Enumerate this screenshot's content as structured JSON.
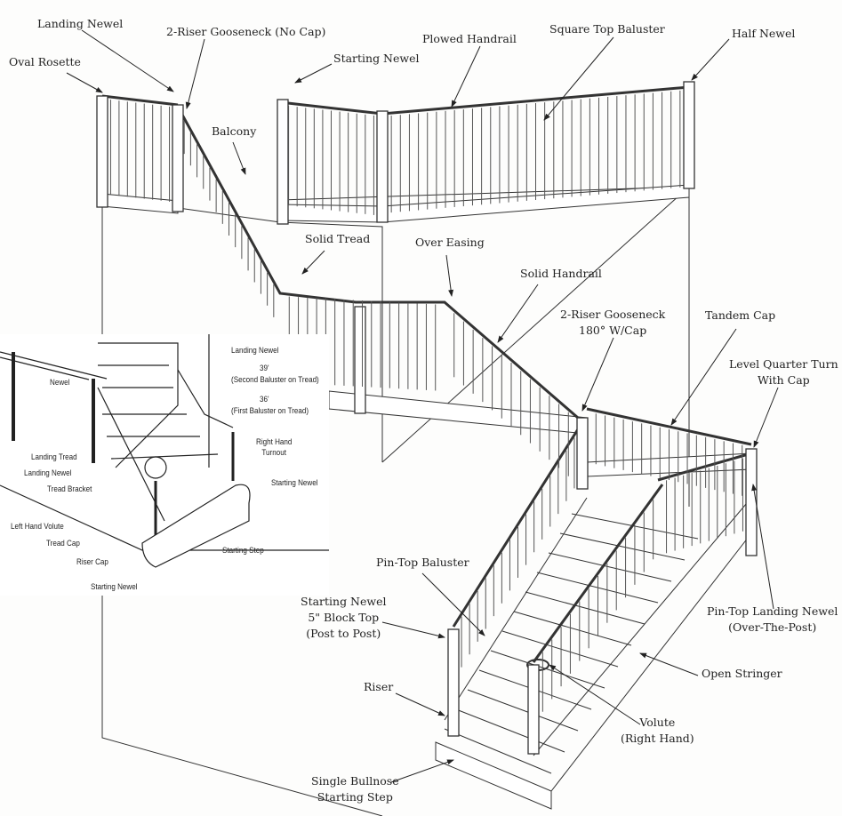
{
  "main_labels": {
    "landing_newel": "Landing Newel",
    "gooseneck_no_cap": "2-Riser Gooseneck (No Cap)",
    "oval_rosette": "Oval Rosette",
    "starting_newel_top": "Starting Newel",
    "plowed_handrail": "Plowed Handrail",
    "square_top_baluster": "Square Top Baluster",
    "half_newel": "Half Newel",
    "balcony": "Balcony",
    "solid_tread": "Solid Tread",
    "over_easing": "Over Easing",
    "solid_handrail": "Solid Handrail",
    "gooseneck_180_l1": "2-Riser Gooseneck",
    "gooseneck_180_l2": "180° W/Cap",
    "tandem_cap": "Tandem Cap",
    "level_quarter_l1": "Level Quarter Turn",
    "level_quarter_l2": "With Cap",
    "pin_top_baluster": "Pin-Top Baluster",
    "starting_newel_l1": "Starting Newel",
    "starting_newel_l2": "5\" Block Top",
    "starting_newel_l3": "(Post to Post)",
    "pin_top_landing_l1": "Pin-Top Landing Newel",
    "pin_top_landing_l2": "(Over-The-Post)",
    "open_stringer": "Open Stringer",
    "riser": "Riser",
    "volute_l1": "Volute",
    "volute_l2": "(Right Hand)",
    "bullnose_l1": "Single Bullnose",
    "bullnose_l2": "Starting Step"
  },
  "inset_labels": {
    "landing_newel_top": "Landing Newel",
    "second_baluster_height": "39'",
    "second_baluster": "(Second Baluster on Tread)",
    "first_baluster_height": "36'",
    "first_baluster": "(First Baluster on Tread)",
    "right_hand_turnout_l1": "Right Hand",
    "right_hand_turnout_l2": "Turnout",
    "starting_newel_right": "Starting Newel",
    "newel": "Newel",
    "landing_tread": "Landing Tread",
    "landing_newel": "Landing Newel",
    "tread_bracket": "Tread Bracket",
    "left_hand_volute": "Left Hand Volute",
    "tread_cap": "Tread Cap",
    "riser_cap": "Riser Cap",
    "starting_newel_bottom": "Starting Newel",
    "starting_step": "Starting Step"
  }
}
